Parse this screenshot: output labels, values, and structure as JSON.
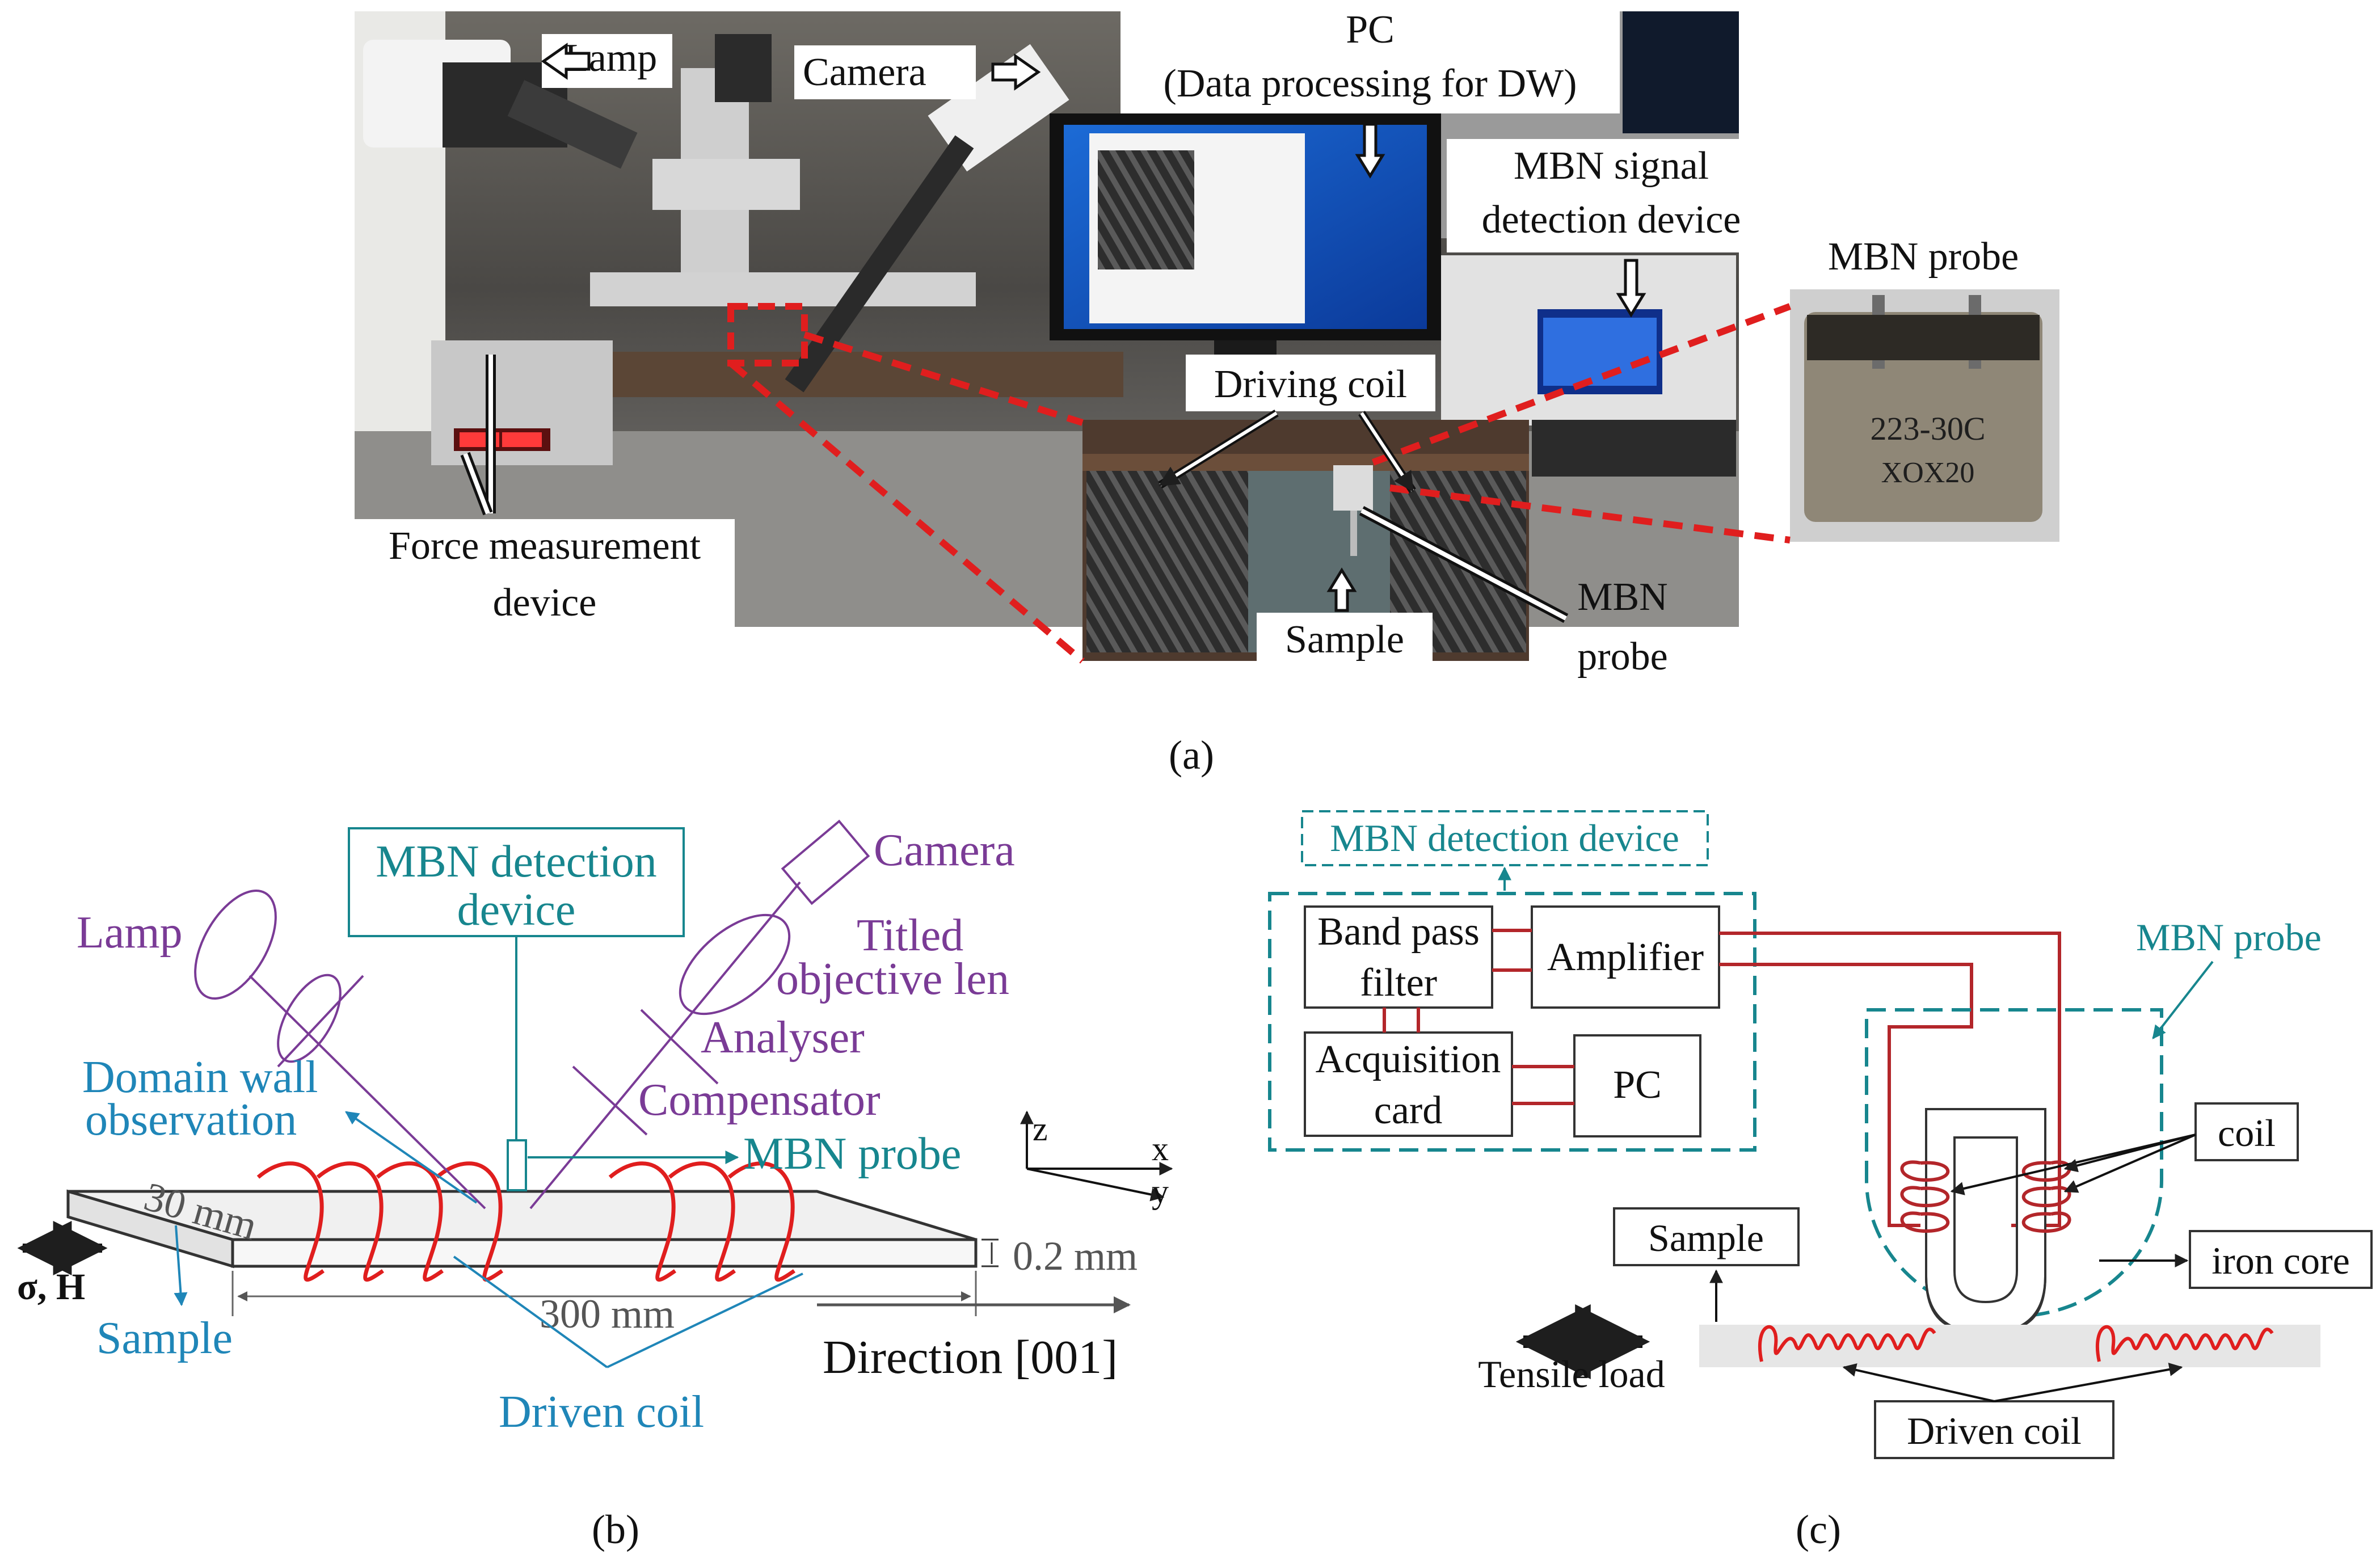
{
  "colors": {
    "purple": "#7a3b96",
    "blue": "#1f86b8",
    "teal": "#17868e",
    "red": "#e01e1e",
    "dark_red": "#b3262a",
    "arrow_dark": "#1e1e1e"
  },
  "panel_a": {
    "label": "(a)",
    "lamp": "Lamp",
    "camera": "Camera",
    "pc_line1": "PC",
    "pc_line2": "(Data processing for DW)",
    "mbn_signal_line1": "MBN signal",
    "mbn_signal_line2": "detection device",
    "mbn_probe_inset": "MBN probe",
    "probe_marking_1": "223-30C",
    "probe_marking_2": "XOX20",
    "driving_coil": "Driving coil",
    "force_line1": "Force measurement",
    "force_line2": "device",
    "sample": "Sample",
    "mbn_probe_line1": "MBN",
    "mbn_probe_line2": "probe"
  },
  "panel_b": {
    "label": "(b)",
    "mbn_detection_line1": "MBN detection",
    "mbn_detection_line2": "device",
    "camera": "Camera",
    "lamp": "Lamp",
    "titled_line1": "Titled",
    "titled_line2": "objective len",
    "analyser": "Analyser",
    "compensator": "Compensator",
    "dw_line1": "Domain wall",
    "dw_line2": "observation",
    "mbn_probe": "MBN probe",
    "dim_30": "30 mm",
    "dim_02": "0.2 mm",
    "dim_300": "300 mm",
    "sigma_h": "σ, H",
    "sample": "Sample",
    "direction": "Direction [001]",
    "driven_coil": "Driven coil",
    "axis_z": "z",
    "axis_x": "x",
    "axis_y": "y"
  },
  "panel_c": {
    "label": "(c)",
    "mbn_detection": "MBN detection device",
    "band_line1": "Band pass",
    "band_line2": "filter",
    "amplifier": "Amplifier",
    "acq_line1": "Acquisition",
    "acq_line2": "card",
    "pc": "PC",
    "mbn_probe": "MBN probe",
    "coil": "coil",
    "sample": "Sample",
    "iron_core": "iron core",
    "tensile_load": "Tensile load",
    "driven_coil": "Driven coil"
  }
}
